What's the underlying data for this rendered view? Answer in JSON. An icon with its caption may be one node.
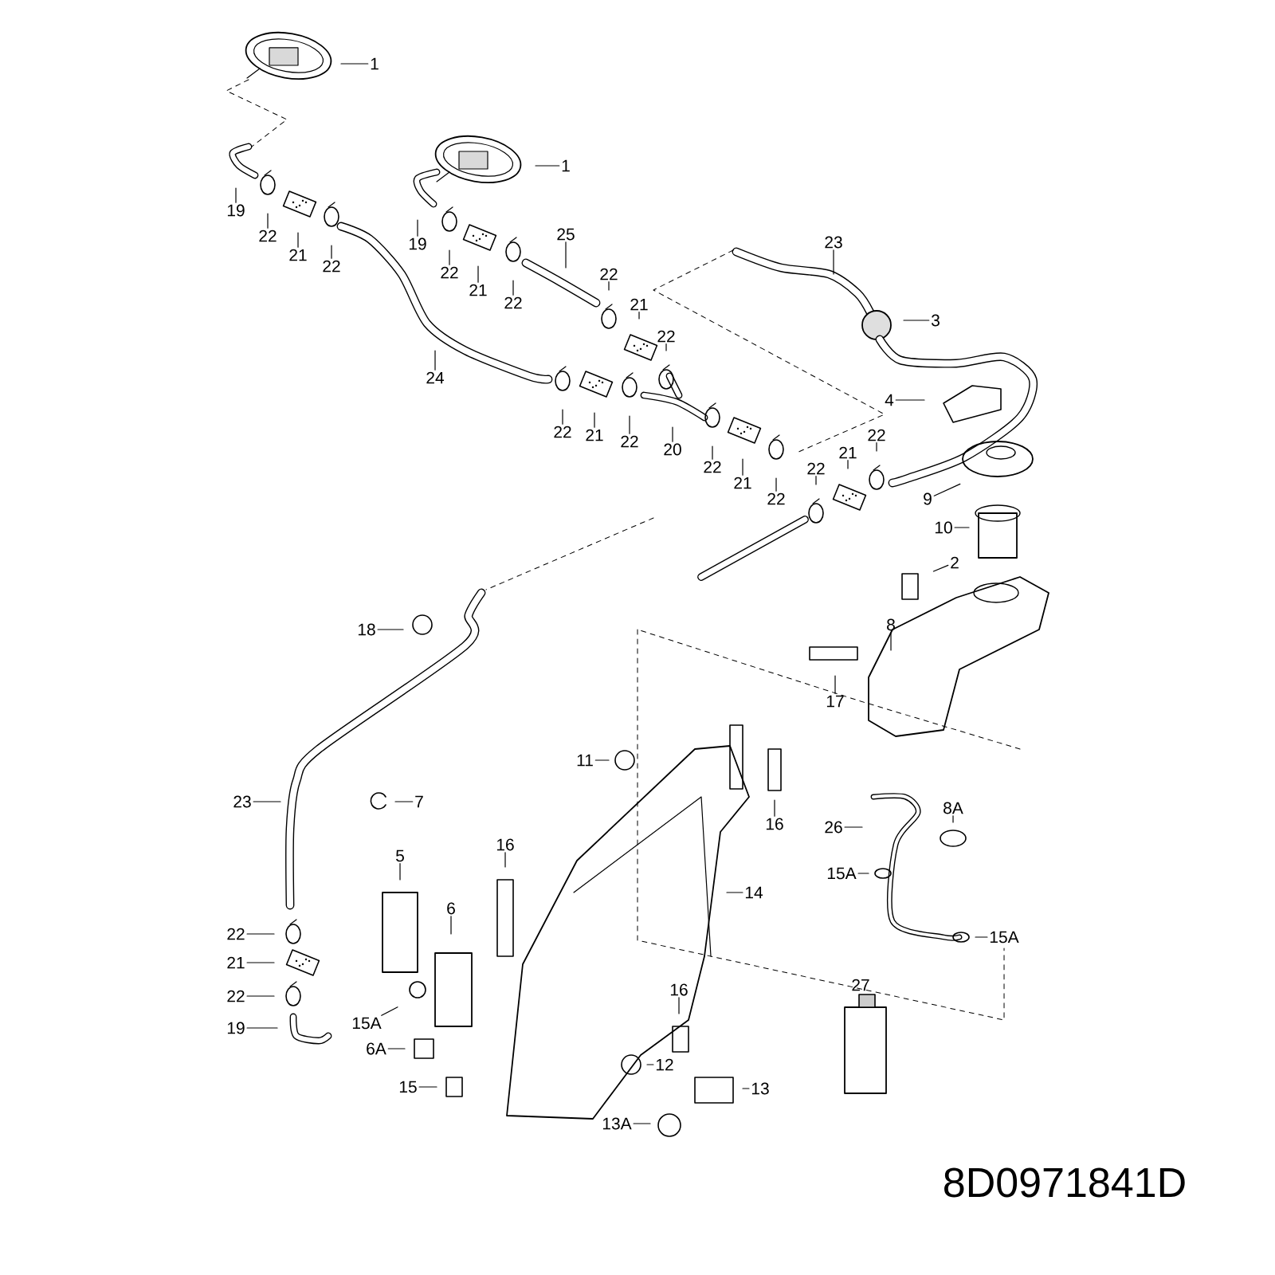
{
  "diagram": {
    "nodes": [
      {
        "text": [
          "1"
        ]
      },
      {
        "text": [
          "1"
        ]
      },
      {
        "text": [
          "19"
        ]
      },
      {
        "text": [
          "22"
        ]
      },
      {
        "text": [
          "21"
        ]
      },
      {
        "text": [
          "22"
        ]
      },
      {
        "text": [
          "19"
        ]
      },
      {
        "text": [
          "22"
        ]
      },
      {
        "text": [
          "21"
        ]
      },
      {
        "text": [
          "22"
        ]
      },
      {
        "text": [
          "25"
        ]
      },
      {
        "text": [
          "22"
        ]
      },
      {
        "text": [
          "21"
        ]
      },
      {
        "text": [
          "22"
        ]
      },
      {
        "text": [
          "24"
        ]
      },
      {
        "text": [
          "23"
        ]
      },
      {
        "text": [
          "3"
        ]
      },
      {
        "text": [
          "22"
        ]
      },
      {
        "text": [
          "21"
        ]
      },
      {
        "text": [
          "22"
        ]
      },
      {
        "text": [
          "20"
        ]
      },
      {
        "text": [
          "4"
        ]
      },
      {
        "text": [
          "22"
        ]
      },
      {
        "text": [
          "21"
        ]
      },
      {
        "text": [
          "22"
        ]
      },
      {
        "text": [
          "22"
        ]
      },
      {
        "text": [
          "21"
        ]
      },
      {
        "text": [
          "22"
        ]
      },
      {
        "text": [
          "9"
        ]
      },
      {
        "text": [
          "10"
        ]
      },
      {
        "text": [
          "2"
        ]
      },
      {
        "text": [
          "18"
        ]
      },
      {
        "text": [
          "8"
        ]
      },
      {
        "text": [
          "17"
        ]
      },
      {
        "text": [
          "11"
        ]
      },
      {
        "text": [
          "16"
        ]
      },
      {
        "text": [
          "23"
        ]
      },
      {
        "text": [
          "7"
        ]
      },
      {
        "text": [
          "26"
        ]
      },
      {
        "text": [
          "8A"
        ]
      },
      {
        "text": [
          "5"
        ]
      },
      {
        "text": [
          "16"
        ]
      },
      {
        "text": [
          "15A"
        ]
      },
      {
        "text": [
          "14"
        ]
      },
      {
        "text": [
          "6"
        ]
      },
      {
        "text": [
          "22"
        ]
      },
      {
        "text": [
          "21"
        ]
      },
      {
        "text": [
          "22"
        ]
      },
      {
        "text": [
          "19"
        ]
      },
      {
        "text": [
          "15A"
        ]
      },
      {
        "text": [
          "15A"
        ]
      },
      {
        "text": [
          "6A"
        ]
      },
      {
        "text": [
          "16"
        ]
      },
      {
        "text": [
          "15"
        ]
      },
      {
        "text": [
          "12"
        ]
      },
      {
        "text": [
          "13"
        ]
      },
      {
        "text": [
          "13A"
        ]
      }
    ],
    "edges": [
      {
        "from": 0,
        "to": null,
        "arrow": "none"
      },
      {
        "from": 1,
        "to": null,
        "arrow": "none"
      },
      {
        "from": 2,
        "to": null,
        "arrow": "none"
      },
      {
        "from": 3,
        "to": null,
        "arrow": "none"
      },
      {
        "from": 4,
        "to": null,
        "arrow": "none"
      },
      {
        "from": 5,
        "to": null,
        "arrow": "none"
      },
      {
        "from": 6,
        "to": null,
        "arrow": "none"
      },
      {
        "from": 7,
        "to": null,
        "arrow": "none"
      },
      {
        "from": 8,
        "to": null,
        "arrow": "none"
      },
      {
        "from": 9,
        "to": null,
        "arrow": "none"
      },
      {
        "from": 10,
        "to": null,
        "arrow": "none"
      },
      {
        "from": 11,
        "to": null,
        "arrow": "none"
      },
      {
        "from": 12,
        "to": null,
        "arrow": "none"
      },
      {
        "from": 13,
        "to": null,
        "arrow": "none"
      },
      {
        "from": 14,
        "to": null,
        "arrow": "none"
      },
      {
        "from": 15,
        "to": null,
        "arrow": "none"
      },
      {
        "from": 16,
        "to": null,
        "arrow": "none"
      },
      {
        "from": 17,
        "to": null,
        "arrow": "none"
      },
      {
        "from": 18,
        "to": null,
        "arrow": "none"
      },
      {
        "from": 19,
        "to": null,
        "arrow": "none"
      },
      {
        "from": 20,
        "to": null,
        "arrow": "none"
      },
      {
        "from": 21,
        "to": null,
        "arrow": "none"
      },
      {
        "from": 22,
        "to": null,
        "arrow": "none"
      },
      {
        "from": 23,
        "to": null,
        "arrow": "none"
      },
      {
        "from": 24,
        "to": null,
        "arrow": "none"
      },
      {
        "from": 25,
        "to": null,
        "arrow": "none"
      },
      {
        "from": 26,
        "to": null,
        "arrow": "none"
      },
      {
        "from": 27,
        "to": null,
        "arrow": "none"
      },
      {
        "from": 28,
        "to": null,
        "arrow": "none"
      },
      {
        "from": 29,
        "to": null,
        "arrow": "none"
      },
      {
        "from": 30,
        "to": null,
        "arrow": "none"
      },
      {
        "from": 31,
        "to": null,
        "arrow": "none"
      },
      {
        "from": 32,
        "to": null,
        "arrow": "none"
      },
      {
        "from": 33,
        "to": null,
        "arrow": "none"
      },
      {
        "from": 34,
        "to": null,
        "arrow": "none"
      },
      {
        "from": 35,
        "to": null,
        "arrow": "none"
      },
      {
        "from": 36,
        "to": null,
        "arrow": "none"
      },
      {
        "from": 37,
        "to": null,
        "arrow": "none"
      },
      {
        "from": 38,
        "to": null,
        "arrow": "none"
      },
      {
        "from": 39,
        "to": null,
        "arrow": "none"
      },
      {
        "from": 40,
        "to": null,
        "arrow": "none"
      },
      {
        "from": 41,
        "to": null,
        "arrow": "none"
      },
      {
        "from": 42,
        "to": null,
        "arrow": "none"
      },
      {
        "from": 43,
        "to": null,
        "arrow": "none"
      },
      {
        "from": 44,
        "to": null,
        "arrow": "none"
      },
      {
        "from": 45,
        "to": null,
        "arrow": "none"
      },
      {
        "from": 46,
        "to": null,
        "arrow": "none"
      },
      {
        "from": 47,
        "to": null,
        "arrow": "none"
      },
      {
        "from": 48,
        "to": null,
        "arrow": "none"
      },
      {
        "from": 49,
        "to": null,
        "arrow": "none"
      },
      {
        "from": 50,
        "to": null,
        "arrow": "none"
      },
      {
        "from": 51,
        "to": null,
        "arrow": "none"
      },
      {
        "from": 52,
        "to": null,
        "arrow": "none"
      },
      {
        "from": 53,
        "to": null,
        "arrow": "none"
      },
      {
        "from": 54,
        "to": null,
        "arrow": "none"
      },
      {
        "from": 55,
        "to": null,
        "arrow": "none"
      },
      {
        "from": 56,
        "to": null,
        "arrow": "none"
      }
    ],
    "labels": [
      "27",
      "8D0971841D"
    ]
  }
}
